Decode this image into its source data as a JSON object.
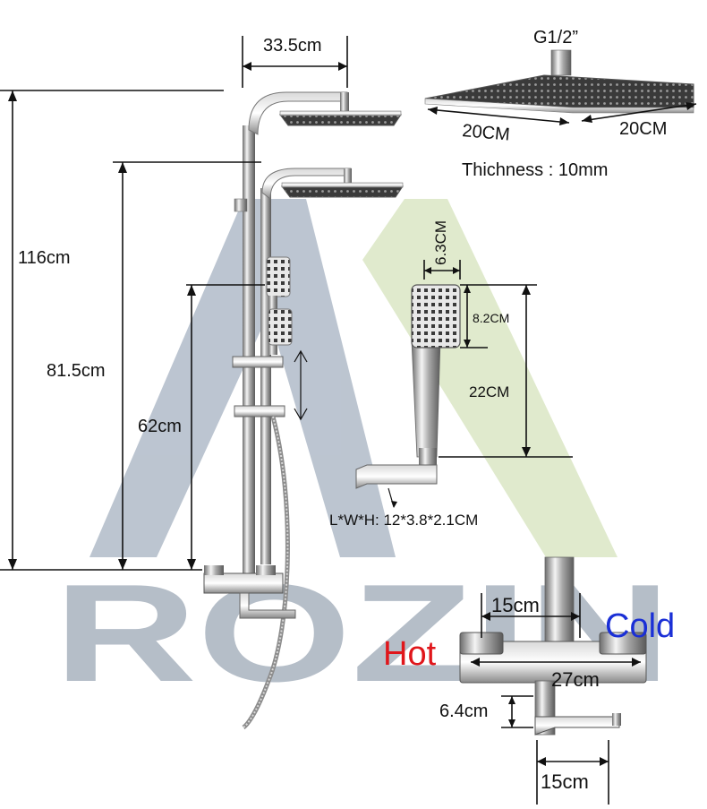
{
  "watermark": {
    "brand": "ROZIN",
    "colors": {
      "dark_triangle": "#b5bfcc",
      "light_triangle": "#dde8c8",
      "letters": "#aeb7c3"
    }
  },
  "dimensions": {
    "arm_width": "33.5cm",
    "total_height": "116cm",
    "mid_height": "81.5cm",
    "lower_height": "62cm"
  },
  "rain_head": {
    "thread": "G1/2”",
    "width": "20CM",
    "depth": "20CM",
    "thickness": "Thichness : 10mm"
  },
  "hand_shower": {
    "head_width": "6.3CM",
    "head_height": "8.2CM",
    "handle_length": "22CM",
    "shelf_size": "L*W*H: 12*3.8*2.1CM"
  },
  "mixer": {
    "hot_label": "Hot",
    "cold_label": "Cold",
    "hot_color": "#e0161b",
    "cold_color": "#1a2fd6",
    "spacing": "15cm",
    "body_length": "27cm",
    "spout_height": "6.4cm",
    "spout_length": "15cm"
  }
}
